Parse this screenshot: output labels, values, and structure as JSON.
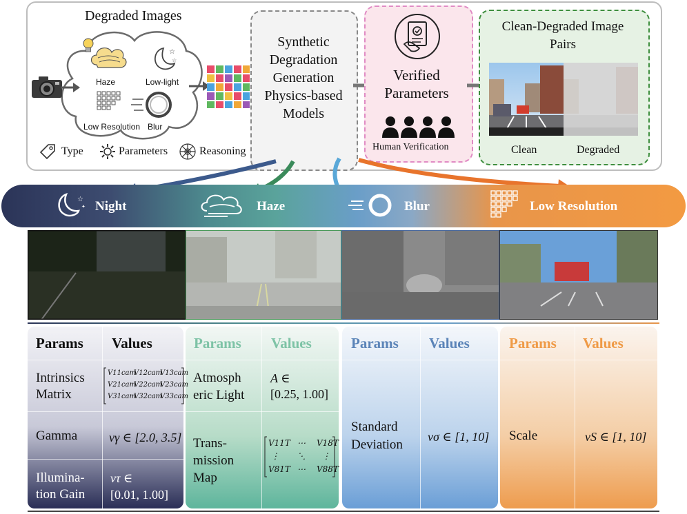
{
  "top": {
    "degraded_title": "Degraded Images",
    "cloud_labels": {
      "haze": "Haze",
      "lowlight": "Low-light",
      "lowres": "Low Resolution",
      "blur": "Blur"
    },
    "legend": {
      "type": "Type",
      "parameters": "Parameters",
      "reasoning": "Reasoning"
    },
    "synthetic_box": "Synthetic Degradation Generation Physics-based Models",
    "verified_box": {
      "title": "Verified Parameters",
      "caption": "Human Verification"
    },
    "pairs_box": {
      "title": "Clean-Degraded Image Pairs",
      "clean": "Clean",
      "degraded": "Degraded"
    }
  },
  "band": {
    "night": "Night",
    "haze": "Haze",
    "blur": "Blur",
    "lowres": "Low Resolution"
  },
  "table": {
    "params_header": "Params",
    "values_header": "Values",
    "night": {
      "rows": [
        {
          "param": "Intrinsics Matrix",
          "value": "matrix"
        },
        {
          "param": "Gamma",
          "value": "vγ ∈ [2.0, 3.5]"
        },
        {
          "param": "Illumina-tion Gain",
          "value_line1": "vτ ∈",
          "value_line2": "[0.01, 1.00]"
        }
      ],
      "matrix": [
        "V11cam",
        "V12cam",
        "V13cam",
        "V21cam",
        "V22cam",
        "V23cam",
        "V31cam",
        "V32cam",
        "V33cam"
      ]
    },
    "haze": {
      "rows": [
        {
          "param_line1": "Atmosph",
          "param_line2": "eric Light",
          "value_line1": "A ∈",
          "value_line2": "[0.25, 1.00]"
        },
        {
          "param_line1": "Trans-",
          "param_line2": "mission",
          "param_line3": "Map",
          "value": "matrix"
        }
      ],
      "matrix": [
        "V11T",
        "⋯",
        "V18T",
        "⋮",
        "⋱",
        "⋮",
        "V81T",
        "⋯",
        "V88T"
      ]
    },
    "blur": {
      "param_line1": "Standard",
      "param_line2": "Deviation",
      "value": "vσ ∈ [1, 10]"
    },
    "lowres": {
      "param": "Scale",
      "value": "vS ∈ [1, 10]"
    }
  }
}
